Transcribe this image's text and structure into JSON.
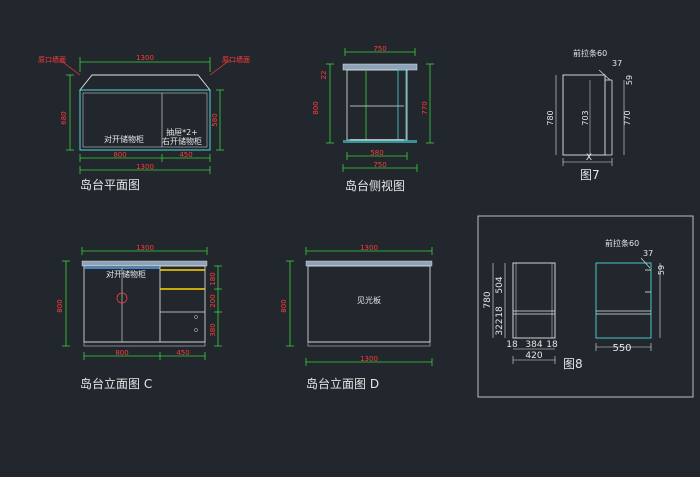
{
  "colors": {
    "background": "#21272d",
    "dimension": "#3bd13b",
    "dimension_text": "#ff3b3b",
    "outline": "#e6e6e6",
    "cabinet_line": "#4fd6d6",
    "frame": "#cfcfcf",
    "stone_top": "#8fa3b8",
    "accent_yellow": "#ffd400",
    "accent_blue": "#4aa3ff"
  },
  "views": {
    "plan": {
      "title": "岛台平面图",
      "label_left_cabinet": "对开储物柜",
      "label_right_line1": "抽屉*2+",
      "label_right_line2": "右开储物柜",
      "dim_overall_top": "1300",
      "dim_overall_bottom": "1300",
      "dim_left": "800",
      "dim_right": "450",
      "dim_side_left": "680",
      "dim_side_right": "580",
      "callout_left": "原口墙面",
      "callout_right": "原口墙面"
    },
    "side": {
      "title": "岛台侧视图",
      "dim_top": "750",
      "dim_bottom": "750",
      "dim_bottom_inner": "580",
      "dim_left_top": "22",
      "dim_left_main": "800",
      "dim_right_main": "770"
    },
    "fig7": {
      "title": "图7",
      "note": "前拉条60",
      "dim_height": "780",
      "dim_inner": "703",
      "dim_right": "770",
      "dim_top_small": "37",
      "dim_right_small": "59",
      "dim_width_var": "X"
    },
    "elev_c": {
      "title": "岛台立面图 C",
      "label": "对开储物柜",
      "dim_top": "1300",
      "dim_bottom_left": "800",
      "dim_bottom_right": "450",
      "dim_left_main": "800",
      "dim_right_1": "180",
      "dim_right_2": "200",
      "dim_right_3": "380"
    },
    "elev_d": {
      "title": "岛台立面图 D",
      "label": "见光板",
      "dim_top": "1300",
      "dim_bottom": "1300",
      "dim_left_main": "800"
    },
    "fig8": {
      "title": "图8",
      "note": "前拉条60",
      "dim_height": "780",
      "dim_322": "322",
      "dim_18_a": "18",
      "dim_504": "504",
      "dim_bottom_18_a": "18",
      "dim_bottom_384": "384",
      "dim_bottom_18_b": "18",
      "dim_total_420": "420",
      "dim_550": "550",
      "dim_top_small": "37",
      "dim_right_small": "59"
    }
  }
}
